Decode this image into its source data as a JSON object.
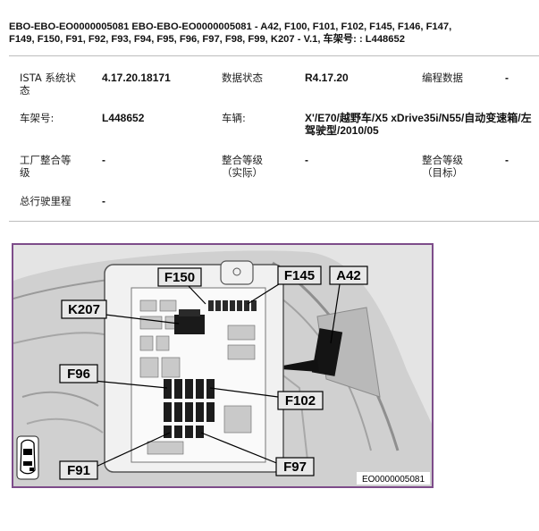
{
  "header": {
    "title_line1": "EBO-EBO-EO0000005081   EBO-EBO-EO0000005081 - A42, F100, F101, F102, F145, F146, F147,",
    "title_line2": "F149, F150, F91, F92, F93, F94, F95, F96, F97, F98, F99, K207 - V.1,  车架号: : L448652"
  },
  "info": {
    "ista_label_1": "ISTA 系统状",
    "ista_label_2": "态",
    "ista_value": "4.17.20.18171",
    "data_status_label": "数据状态",
    "data_status_value": "R4.17.20",
    "programming_label": "编程数据",
    "programming_value": "-",
    "vin_label": "车架号:",
    "vin_value": "L448652",
    "vehicle_label": "车辆:",
    "vehicle_value_1": "X'/E70/越野车/X5 xDrive35i/N55/自动变速箱/左",
    "vehicle_value_2": "驾驶型/2010/05",
    "factory_level_label_1": "工厂整合等",
    "factory_level_label_2": "级",
    "factory_level_value": "-",
    "actual_level_label_1": "整合等级",
    "actual_level_label_2": "（实际）",
    "actual_level_value": "-",
    "target_level_label_1": "整合等级",
    "target_level_label_2": "（目标）",
    "target_level_value": "-",
    "mileage_label": "总行驶里程",
    "mileage_value": "-"
  },
  "figure": {
    "callouts": {
      "f150": "F150",
      "f145": "F145",
      "a42": "A42",
      "k207": "K207",
      "f96": "F96",
      "f102": "F102",
      "f91": "F91",
      "f97": "F97"
    },
    "code": "EO0000005081",
    "frame_color": "#7d4c8a"
  }
}
